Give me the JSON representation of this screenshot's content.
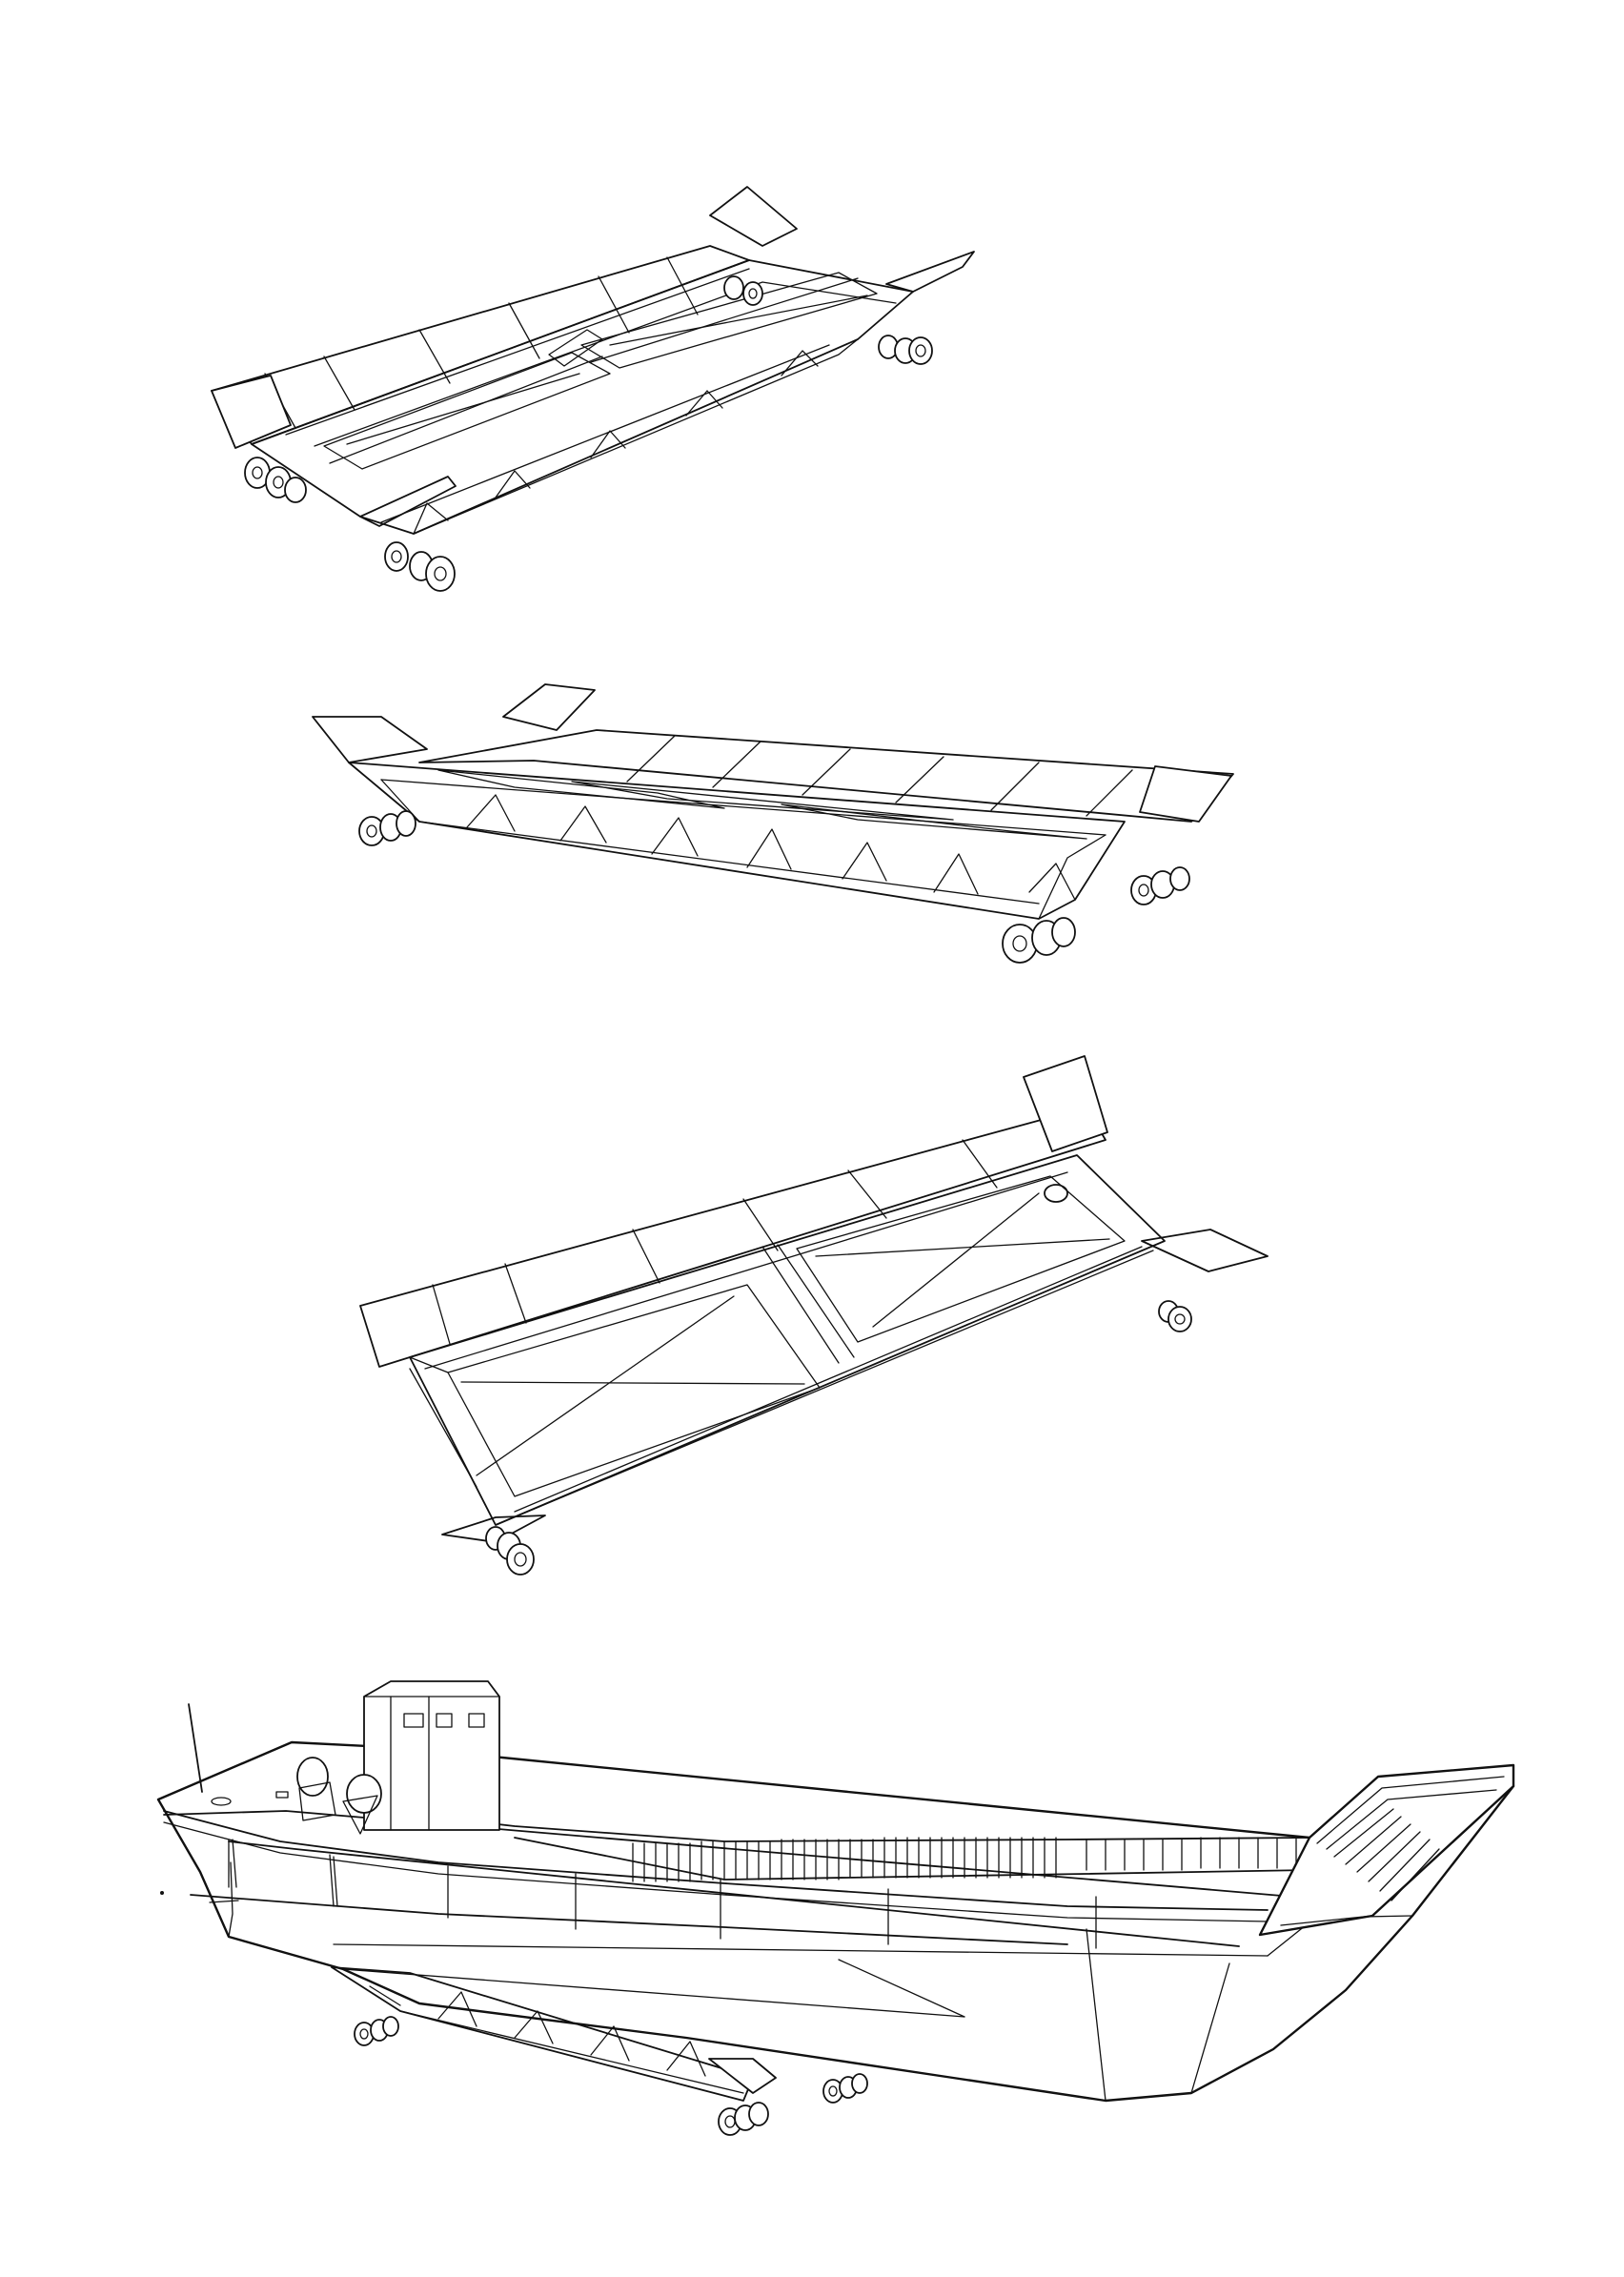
{
  "colors": {
    "background": "#ffffff",
    "line": "#111111"
  },
  "views": [
    {
      "id": "trolley-view-1",
      "subject": "trailer-frame"
    },
    {
      "id": "trolley-view-2",
      "subject": "trailer-frame"
    },
    {
      "id": "trolley-view-3",
      "subject": "trailer-frame"
    },
    {
      "id": "boat-on-trolley-view",
      "subject": "landing-craft-on-trailer"
    }
  ]
}
